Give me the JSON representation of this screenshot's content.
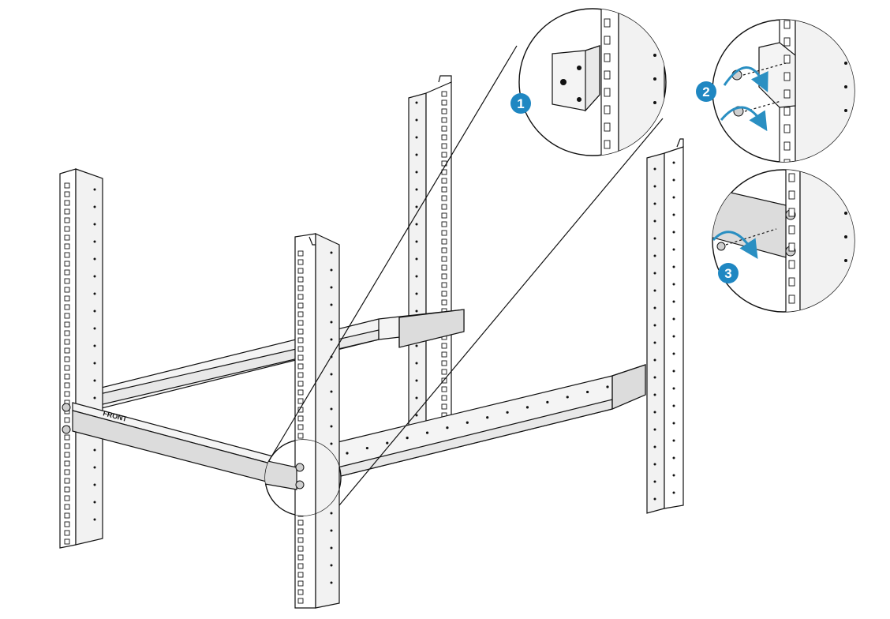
{
  "steps": [
    "1",
    "2",
    "3"
  ],
  "rail_label": "FRONT",
  "colors": {
    "badge": "#1f87c2",
    "arrow": "#2a8fc2",
    "rail": "#dcdcdc",
    "line": "#111111"
  }
}
